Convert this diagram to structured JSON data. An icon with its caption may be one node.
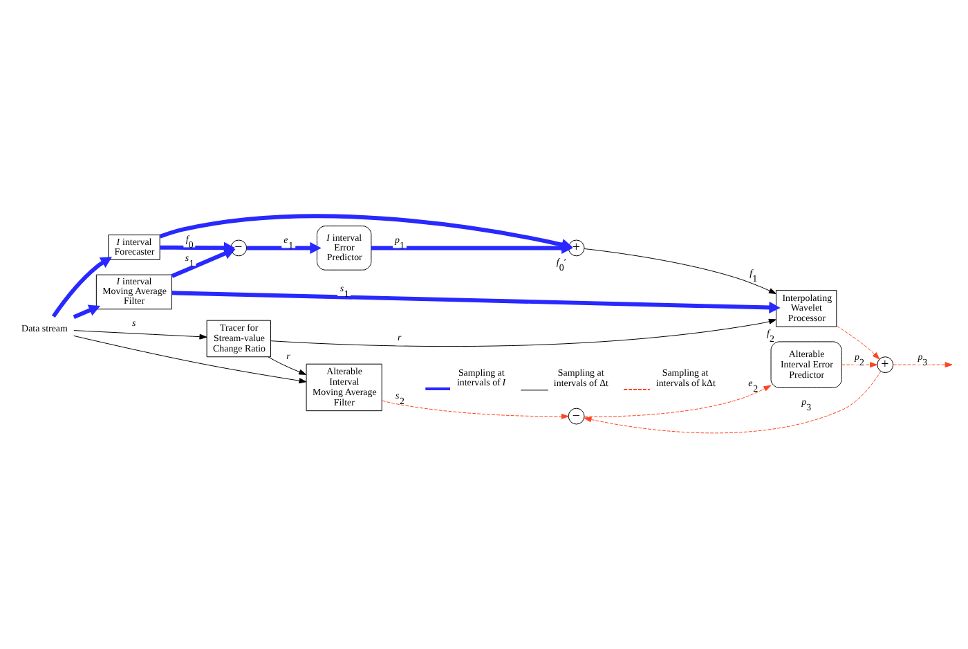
{
  "diagram": {
    "nodes": [
      {
        "text": [
          "Data stream"
        ]
      },
      {
        "text": [
          "*I* interval Forecaster"
        ]
      },
      {
        "text": [
          "*I* interval Moving Average Filter"
        ]
      },
      {
        "text": [
          "Tracer for Stream-value Change Ratio"
        ]
      },
      {
        "text": [
          "Alterable Interval Moving Average Filter"
        ]
      },
      {
        "text": [
          "−"
        ]
      },
      {
        "text": [
          "*I* interval Error Predictor"
        ]
      },
      {
        "text": [
          "+"
        ],
        "beside": [
          "*f*$_{0}$′"
        ]
      },
      {
        "text": [
          "Interpolating Wavelet Processor"
        ],
        "beside": [
          "*f*$_{2}$"
        ]
      },
      {
        "text": [
          "−"
        ]
      },
      {
        "text": [
          "Alterable Interval Error Predictor"
        ]
      },
      {
        "text": [
          "+"
        ]
      }
    ],
    "edges": [
      {
        "from": 0,
        "to": 1,
        "arrow": "to",
        "style": "thick",
        "color": "#2828ff"
      },
      {
        "from": 0,
        "to": 2,
        "arrow": "to",
        "style": "thick",
        "color": "#2828ff"
      },
      {
        "from": 0,
        "to": 3,
        "arrow": "to",
        "label": "*s*",
        "color": "#000000"
      },
      {
        "from": 0,
        "to": 4,
        "arrow": "to",
        "color": "#000000"
      },
      {
        "from": 1,
        "to": 7,
        "arrow": "to",
        "style": "thick",
        "color": "#2828ff"
      },
      {
        "from": 1,
        "to": 5,
        "arrow": "to",
        "label": "*f*$_{0}$",
        "style": "thick",
        "color": "#2828ff"
      },
      {
        "from": 2,
        "to": 5,
        "arrow": "to",
        "label": "*s*$_{1}$",
        "style": "thick",
        "color": "#2828ff"
      },
      {
        "from": 2,
        "to": 8,
        "arrow": "to",
        "label": "*s*$_{1}$",
        "style": "thick",
        "color": "#2828ff"
      },
      {
        "from": 5,
        "to": 6,
        "arrow": "to",
        "label": "*e*$_{1}$",
        "style": "thick",
        "color": "#2828ff"
      },
      {
        "from": 6,
        "to": 7,
        "arrow": "to",
        "label": "*p*$_{1}$",
        "style": "thick",
        "color": "#2828ff"
      },
      {
        "from": 7,
        "to": 8,
        "arrow": "to",
        "label": "*f*$_{1}$",
        "color": "#000000"
      },
      {
        "from": 3,
        "to": 4,
        "arrow": "to",
        "label": "*r*",
        "color": "#000000"
      },
      {
        "from": 3,
        "to": 8,
        "arrow": "to",
        "label": "*r*",
        "color": "#000000"
      },
      {
        "from": 4,
        "to": 9,
        "arrow": "to",
        "label": "*s*$_{2}$",
        "style": "dashed",
        "color": "#ff4422"
      },
      {
        "from": 9,
        "to": 10,
        "arrow": "to",
        "label": "*e*$_{2}$",
        "style": "dashed",
        "color": "#ff4422"
      },
      {
        "from": 10,
        "to": 11,
        "arrow": "to",
        "label": "*p*$_{2}$",
        "style": "dashed",
        "color": "#ff4422"
      },
      {
        "from": 8,
        "to": 11,
        "arrow": "to",
        "style": "dashed",
        "color": "#ff4422"
      },
      {
        "from": 11,
        "to": 9,
        "arrow": "to",
        "label": "*p*$_{3}$",
        "style": "dashed",
        "color": "#ff4422"
      },
      {
        "from": 11,
        "to": null,
        "arrow": "to",
        "label": "*p*$_{3}$",
        "style": "dashed",
        "color": "#ff4422"
      }
    ],
    "legend": [
      {
        "text": "Sampling at intervals of *I*"
      },
      {
        "text": "Sampling at intervals of Δt"
      },
      {
        "text": "Sampling at intervals of kΔt"
      }
    ]
  }
}
